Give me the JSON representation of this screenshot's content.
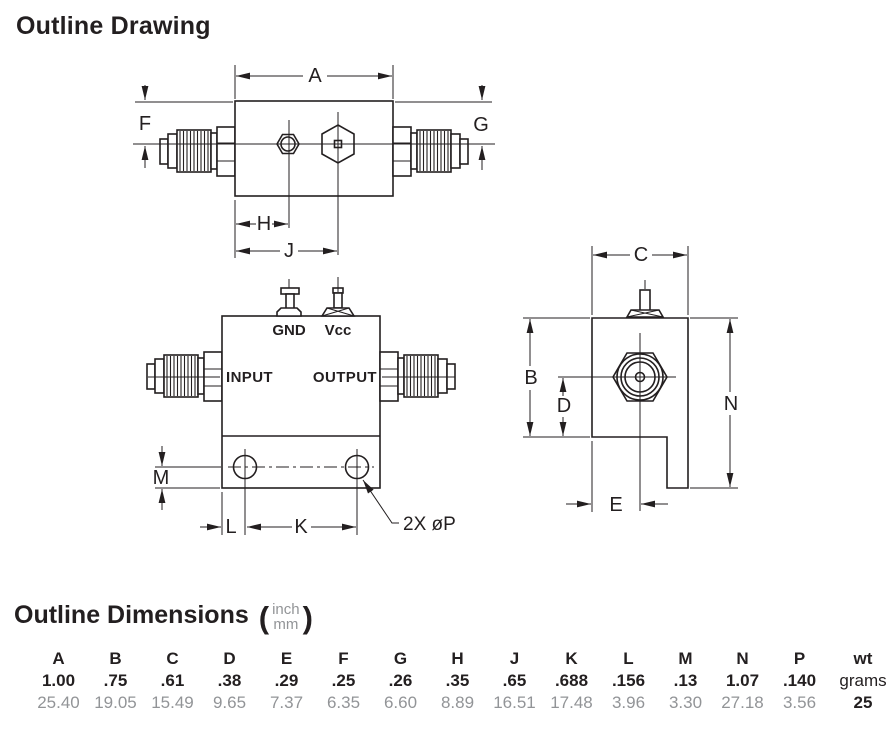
{
  "title": "Outline Drawing",
  "colors": {
    "ink": "#231f20",
    "gray": "#929497"
  },
  "drawing": {
    "top_view": {
      "dim_a": "A",
      "dim_f": "F",
      "dim_g": "G",
      "dim_h": "H",
      "dim_j": "J"
    },
    "front_view": {
      "gnd": "GND",
      "vcc": "Vcc",
      "input": "INPUT",
      "output": "OUTPUT",
      "dim_m": "M",
      "dim_l": "L",
      "dim_k": "K",
      "holes_note": "2X  øP"
    },
    "side_view": {
      "dim_c": "C",
      "dim_b": "B",
      "dim_d": "D",
      "dim_n": "N",
      "dim_e": "E"
    }
  },
  "dimensions_section": {
    "heading": "Outline Dimensions",
    "paren_open": "(",
    "paren_close": ")",
    "unit_top": "inch",
    "unit_bottom": "mm",
    "table": {
      "columns": [
        {
          "label": "A",
          "inch": "1.00",
          "mm": "25.40"
        },
        {
          "label": "B",
          "inch": ".75",
          "mm": "19.05"
        },
        {
          "label": "C",
          "inch": ".61",
          "mm": "15.49"
        },
        {
          "label": "D",
          "inch": ".38",
          "mm": "9.65"
        },
        {
          "label": "E",
          "inch": ".29",
          "mm": "7.37"
        },
        {
          "label": "F",
          "inch": ".25",
          "mm": "6.35"
        },
        {
          "label": "G",
          "inch": ".26",
          "mm": "6.60"
        },
        {
          "label": "H",
          "inch": ".35",
          "mm": "8.89"
        },
        {
          "label": "J",
          "inch": ".65",
          "mm": "16.51"
        },
        {
          "label": "K",
          "inch": ".688",
          "mm": "17.48"
        },
        {
          "label": "L",
          "inch": ".156",
          "mm": "3.96"
        },
        {
          "label": "M",
          "inch": ".13",
          "mm": "3.30"
        },
        {
          "label": "N",
          "inch": "1.07",
          "mm": "27.18"
        },
        {
          "label": "P",
          "inch": ".140",
          "mm": "3.56"
        },
        {
          "label": "wt",
          "inch": "grams",
          "mm": "25"
        }
      ]
    }
  }
}
